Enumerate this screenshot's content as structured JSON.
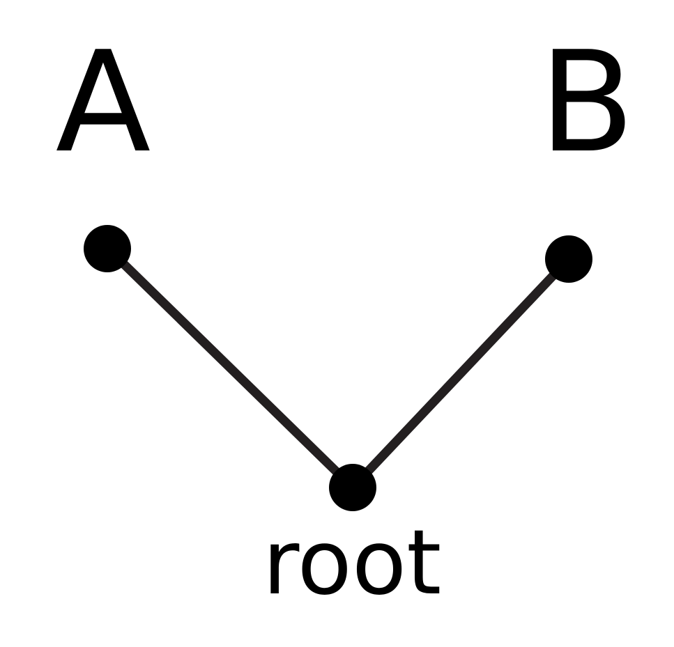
{
  "tree": {
    "leaves": [
      {
        "id": "A",
        "label": "A"
      },
      {
        "id": "B",
        "label": "B"
      }
    ],
    "root": {
      "id": "root",
      "label": "root"
    },
    "edges": [
      {
        "from": "A",
        "to": "root"
      },
      {
        "from": "B",
        "to": "root"
      }
    ]
  },
  "colors": {
    "edge": "#231f20",
    "node": "#000000",
    "text": "#000000",
    "background": "#ffffff"
  }
}
